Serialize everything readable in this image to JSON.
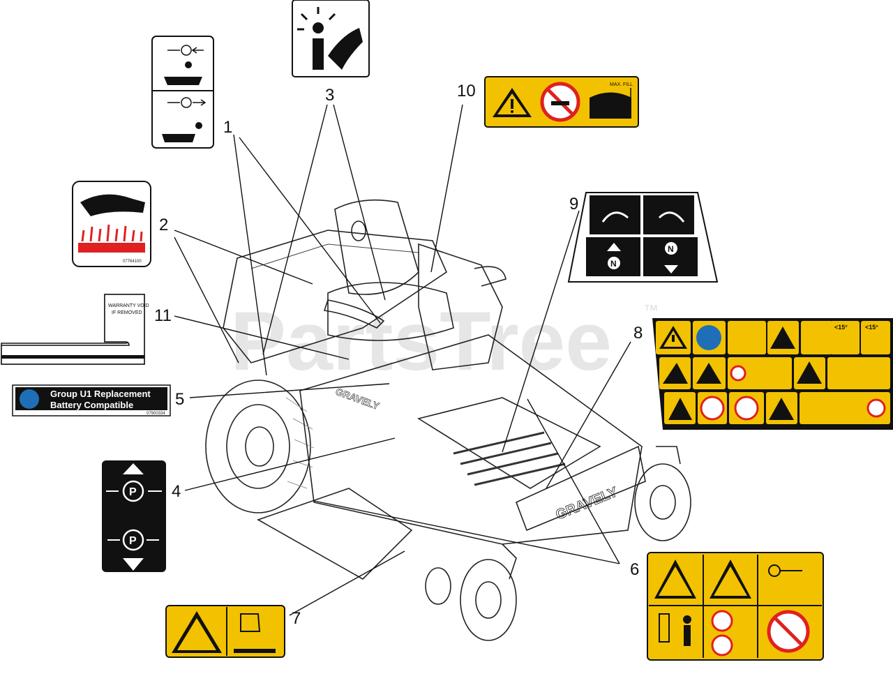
{
  "callouts": {
    "c1": "1",
    "c2": "2",
    "c3": "3",
    "c4": "4",
    "c5": "5",
    "c6": "6",
    "c7": "7",
    "c8": "8",
    "c9": "9",
    "c10": "10",
    "c11": "11"
  },
  "decals": {
    "battery_line1": "Group U1 Replacement",
    "battery_line2": "Battery Compatible",
    "battery_code": "07900334",
    "warranty_line1": "WARRANTY VOID",
    "warranty_line2": "IF REMOVED",
    "hot_code": "07764100",
    "max_fill": "MAX. FILL",
    "deck_brand": "GRAVELY",
    "fender_brand": "GRAVELY",
    "angle_1": "<15°",
    "angle_2": "<15°",
    "neutral_1": "N",
    "neutral_2": "N",
    "park_1": "P",
    "park_2": "P"
  },
  "watermark": "PartsTree",
  "watermark_tm": "™",
  "colors": {
    "decal_yellow": "#f2c200",
    "decal_red": "#e02020",
    "decal_blue": "#1e6fb8"
  }
}
